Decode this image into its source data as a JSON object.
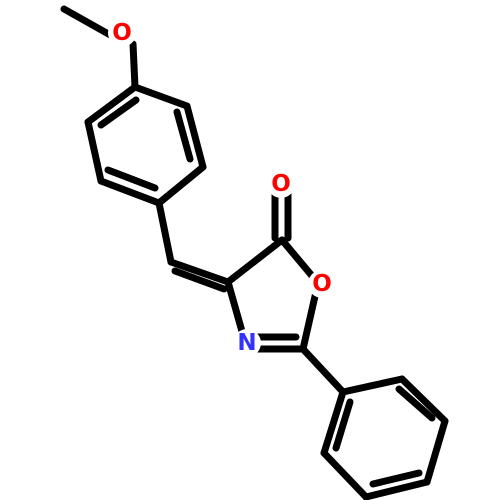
{
  "molecule": {
    "labels": {
      "methoxy_oxygen": "O",
      "carbonyl_oxygen": "O",
      "ring_oxygen": "O",
      "ring_nitrogen": "N"
    },
    "colors": {
      "oxygen": "#ff0000",
      "nitrogen": "#3333ff",
      "bond": "#000000",
      "background": "#ffffff"
    }
  }
}
